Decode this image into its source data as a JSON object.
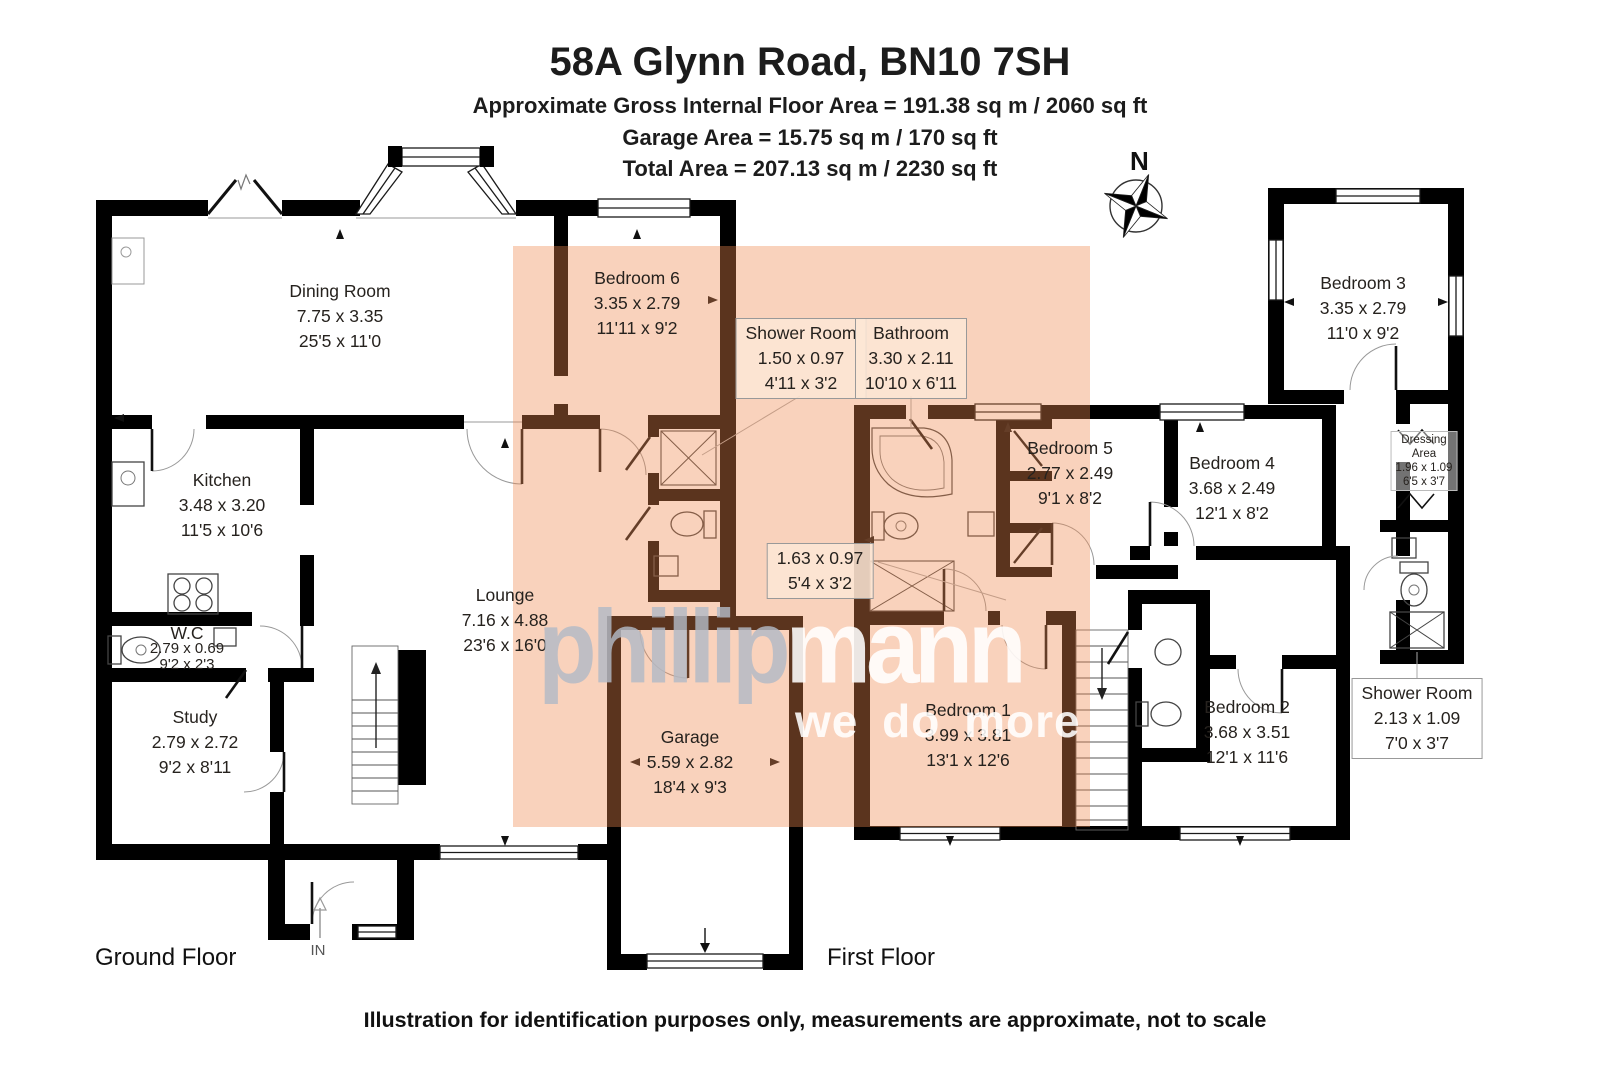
{
  "header": {
    "title": "58A Glynn Road, BN10 7SH",
    "line1": "Approximate Gross Internal Floor Area = 191.38 sq m / 2060 sq ft",
    "line2": "Garage Area = 15.75 sq m / 170 sq ft",
    "line3": "Total Area = 207.13 sq m / 2230 sq ft"
  },
  "compass": {
    "label": "N"
  },
  "watermark": {
    "brand_gray": "phillip",
    "brand_white": "mann",
    "tagline": "we do more"
  },
  "ground_floor": {
    "label": "Ground Floor",
    "entrance": "IN"
  },
  "first_floor": {
    "label": "First Floor"
  },
  "footer": {
    "disclaimer": "Illustration for identification purposes only, measurements are approximate, not to scale"
  },
  "rooms": [
    {
      "name": "Dining Room",
      "metric": "7.75 x 3.35",
      "imperial": "25'5 x 11'0"
    },
    {
      "name": "Kitchen",
      "metric": "3.48 x 3.20",
      "imperial": "11'5 x 10'6"
    },
    {
      "name": "W.C",
      "metric": "2.79 x 0.69",
      "imperial": "9'2 x 2'3"
    },
    {
      "name": "Study",
      "metric": "2.79 x 2.72",
      "imperial": "9'2 x 8'11"
    },
    {
      "name": "Lounge",
      "metric": "7.16 x 4.88",
      "imperial": "23'6 x 16'0"
    },
    {
      "name": "Bedroom 6",
      "metric": "3.35 x 2.79",
      "imperial": "11'11 x 9'2"
    },
    {
      "name": "Shower Room",
      "metric": "1.50 x 0.97",
      "imperial": "4'11 x 3'2"
    },
    {
      "name": "Bathroom",
      "metric": "3.30 x 2.11",
      "imperial": "10'10 x 6'11"
    },
    {
      "metric": "1.63 x 0.97",
      "imperial": "5'4 x 3'2"
    },
    {
      "name": "Garage",
      "metric": "5.59 x 2.82",
      "imperial": "18'4 x 9'3"
    },
    {
      "name": "Bedroom 5",
      "metric": "2.77 x 2.49",
      "imperial": "9'1 x 8'2"
    },
    {
      "name": "Bedroom 4",
      "metric": "3.68 x 2.49",
      "imperial": "12'1 x 8'2"
    },
    {
      "name": "Bedroom 3",
      "metric": "3.35 x 2.79",
      "imperial": "11'0 x 9'2"
    },
    {
      "name": "Bedroom 2",
      "metric": "3.68 x 3.51",
      "imperial": "12'1 x 11'6"
    },
    {
      "name": "Bedroom 1",
      "metric": "3.99 x 3.81",
      "imperial": "13'1 x 12'6"
    },
    {
      "name_line1": "Dressing",
      "name_line2": "Area",
      "metric": "1.96 x 1.09",
      "imperial": "6'5 x 3'7"
    },
    {
      "name": "Shower Room",
      "metric": "2.13 x 1.09",
      "imperial": "7'0 x 3'7"
    }
  ],
  "colors": {
    "highlight_overlay": "#F08A4E",
    "wall": "#000000",
    "watermark_gray": "#B2BAC6"
  }
}
